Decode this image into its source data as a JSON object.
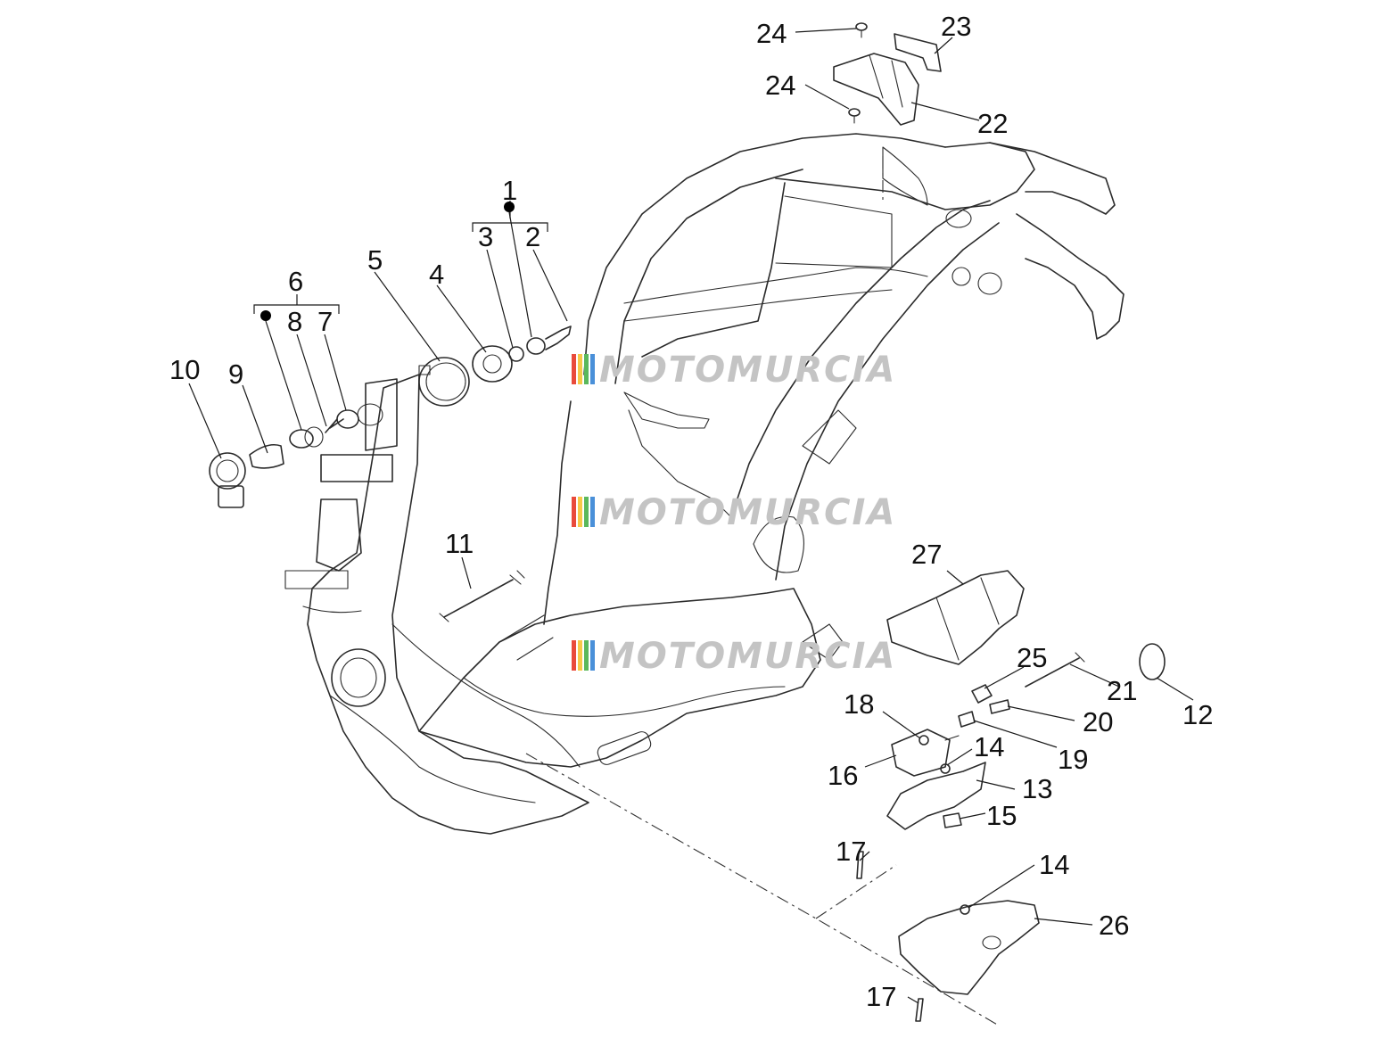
{
  "watermark": {
    "text": "MOTOMURCIA",
    "stripe_colors": [
      "#e94b3c",
      "#f7c948",
      "#5bb85b",
      "#4a90d9"
    ]
  },
  "callouts": [
    {
      "id": "c1",
      "label": "1"
    },
    {
      "id": "c2",
      "label": "2"
    },
    {
      "id": "c3",
      "label": "3"
    },
    {
      "id": "c4",
      "label": "4"
    },
    {
      "id": "c5",
      "label": "5"
    },
    {
      "id": "c6",
      "label": "6"
    },
    {
      "id": "c7",
      "label": "7"
    },
    {
      "id": "c8",
      "label": "8"
    },
    {
      "id": "c9",
      "label": "9"
    },
    {
      "id": "c10",
      "label": "10"
    },
    {
      "id": "c11",
      "label": "11"
    },
    {
      "id": "c12",
      "label": "12"
    },
    {
      "id": "c13",
      "label": "13"
    },
    {
      "id": "c14a",
      "label": "14"
    },
    {
      "id": "c14b",
      "label": "14"
    },
    {
      "id": "c15",
      "label": "15"
    },
    {
      "id": "c16",
      "label": "16"
    },
    {
      "id": "c17a",
      "label": "17"
    },
    {
      "id": "c17b",
      "label": "17"
    },
    {
      "id": "c18",
      "label": "18"
    },
    {
      "id": "c19",
      "label": "19"
    },
    {
      "id": "c20",
      "label": "20"
    },
    {
      "id": "c21",
      "label": "21"
    },
    {
      "id": "c22",
      "label": "22"
    },
    {
      "id": "c23",
      "label": "23"
    },
    {
      "id": "c24a",
      "label": "24"
    },
    {
      "id": "c24b",
      "label": "24"
    },
    {
      "id": "c25",
      "label": "25"
    },
    {
      "id": "c26",
      "label": "26"
    },
    {
      "id": "c27",
      "label": "27"
    }
  ]
}
